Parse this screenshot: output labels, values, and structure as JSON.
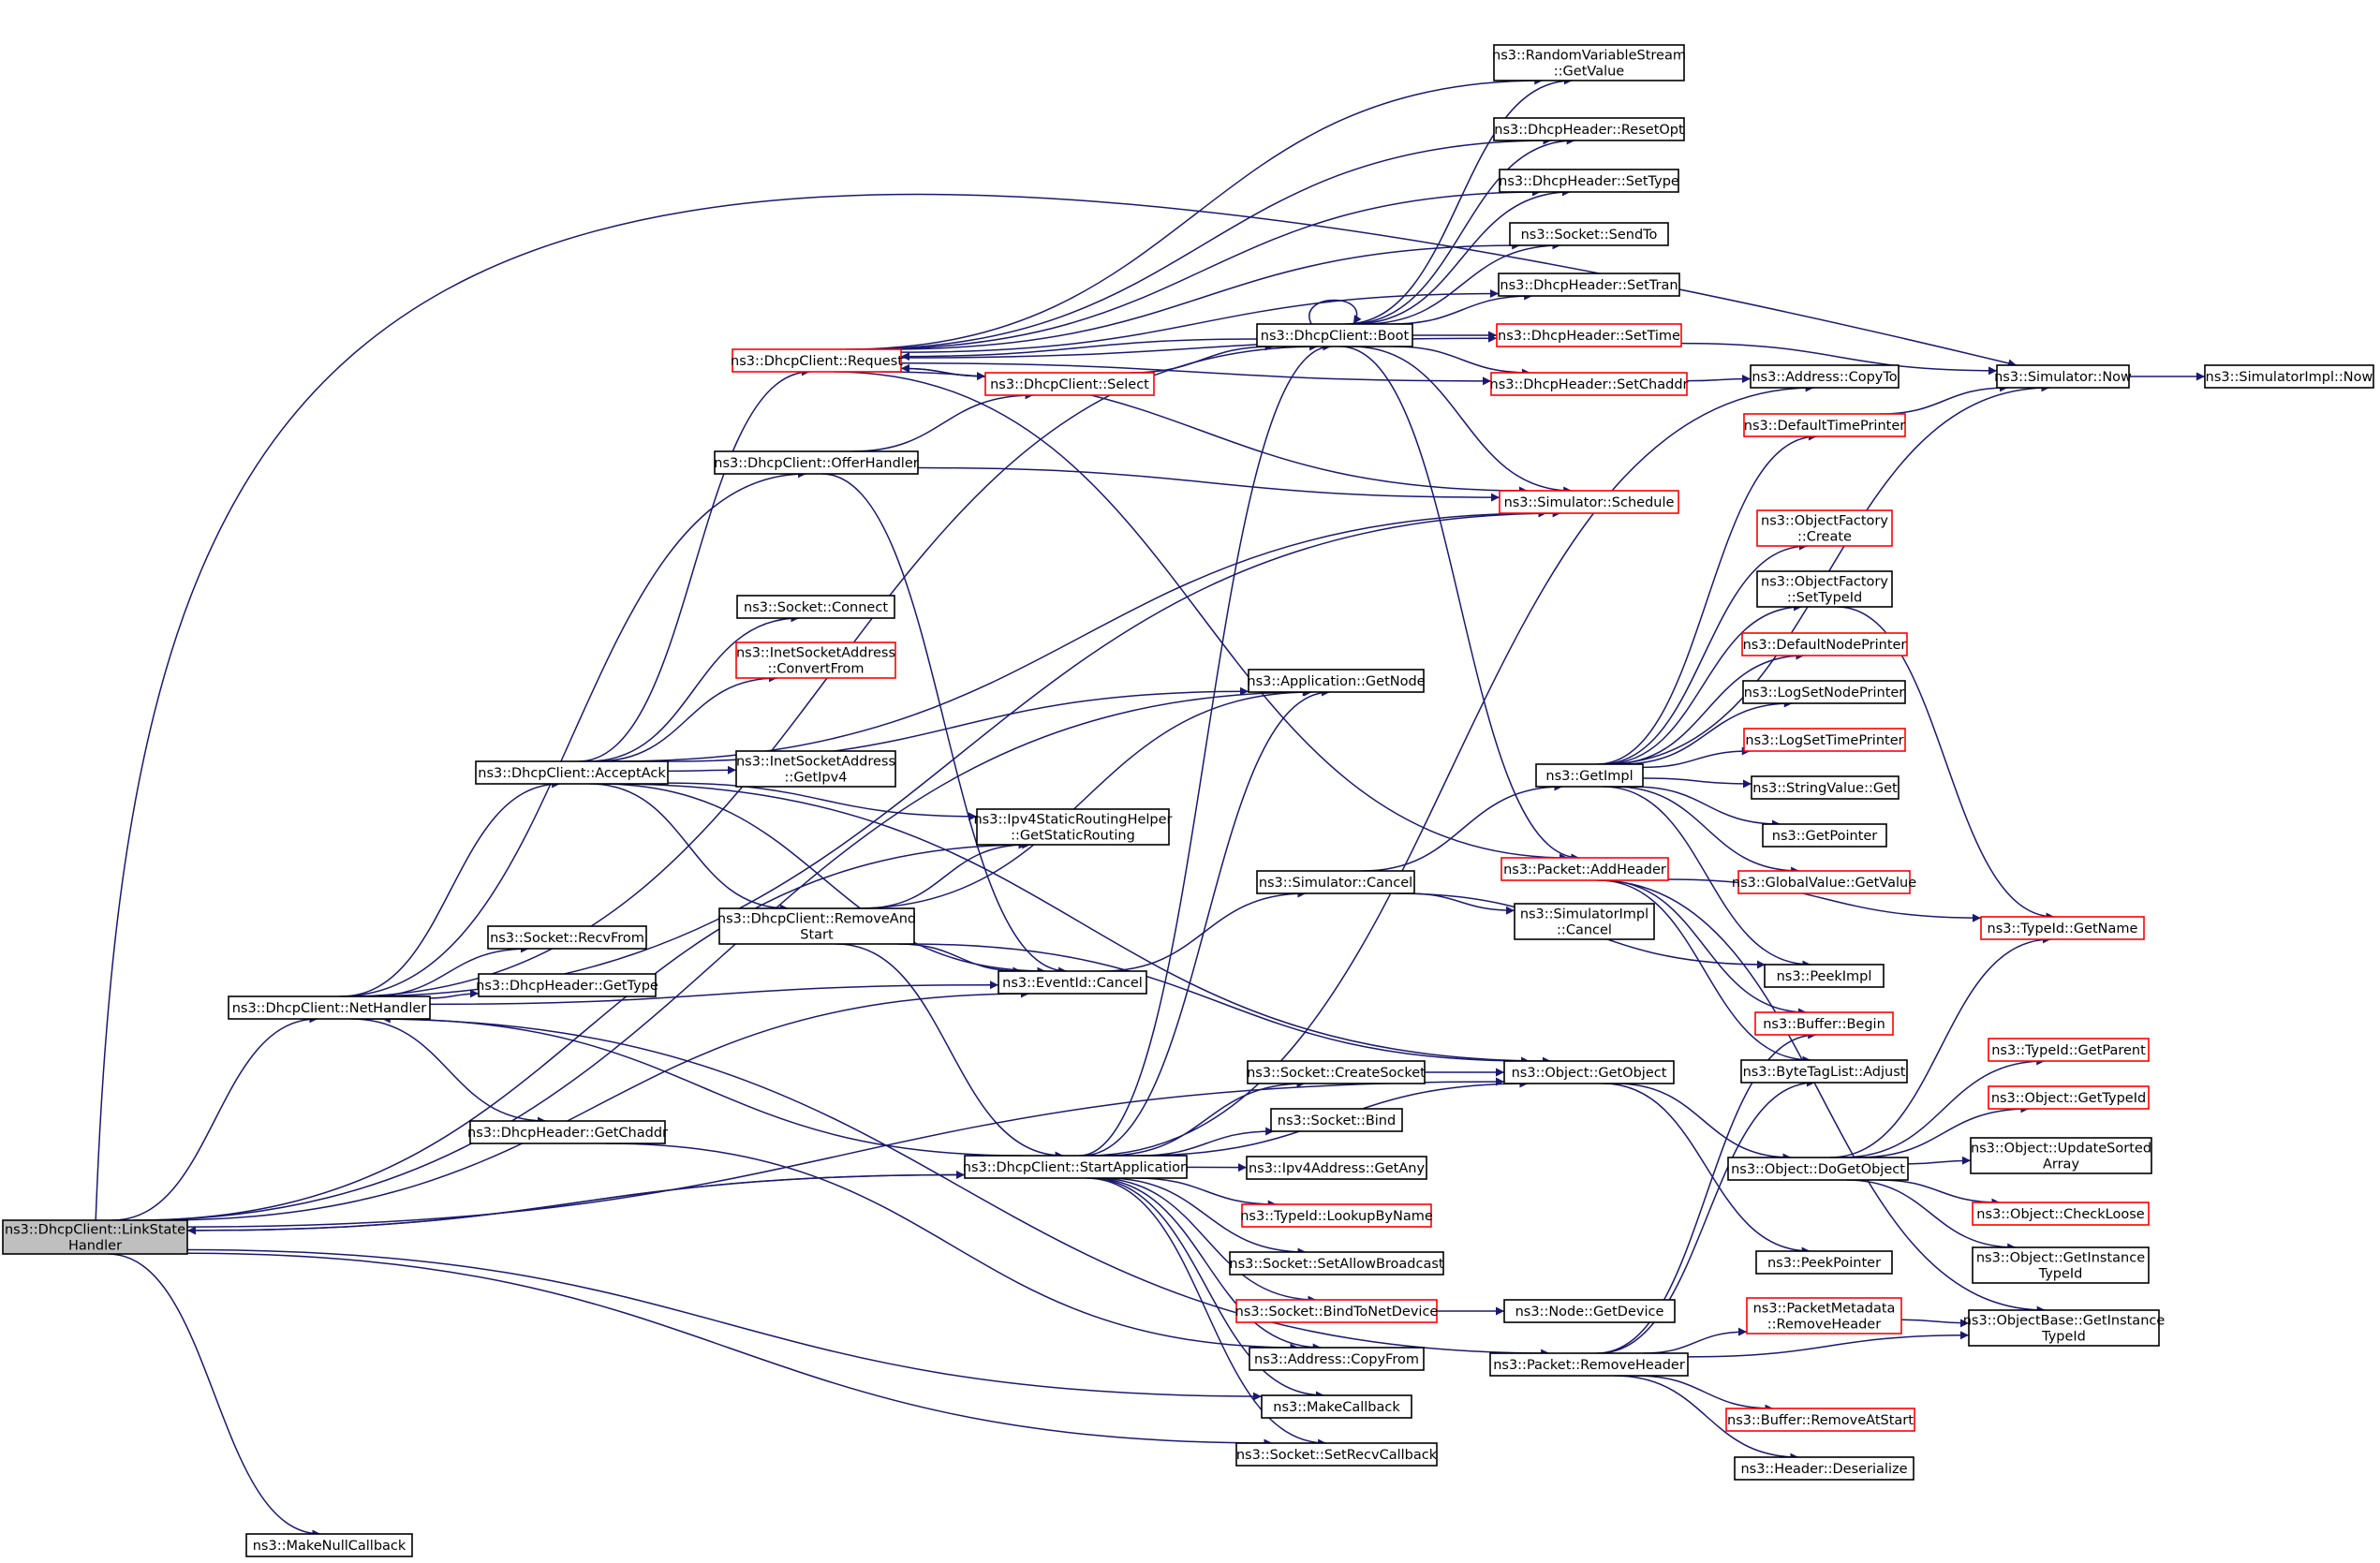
{
  "colors": {
    "edge": "#191970",
    "node_border": "#000000",
    "node_border_incomplete": "#ff0000",
    "current_fill": "#bfbfbf"
  },
  "nodes": [
    {
      "id": "linkstate",
      "lines": [
        "ns3::DhcpClient::LinkState",
        "Handler"
      ],
      "border": "black",
      "current": true
    },
    {
      "id": "makenullcb",
      "lines": [
        "ns3::MakeNullCallback"
      ],
      "border": "black"
    },
    {
      "id": "nethandler",
      "lines": [
        "ns3::DhcpClient::NetHandler"
      ],
      "border": "black"
    },
    {
      "id": "acceptack",
      "lines": [
        "ns3::DhcpClient::AcceptAck"
      ],
      "border": "black"
    },
    {
      "id": "offerhandler",
      "lines": [
        "ns3::DhcpClient::OfferHandler"
      ],
      "border": "black"
    },
    {
      "id": "request",
      "lines": [
        "ns3::DhcpClient::Request"
      ],
      "border": "red"
    },
    {
      "id": "select",
      "lines": [
        "ns3::DhcpClient::Select"
      ],
      "border": "red"
    },
    {
      "id": "boot",
      "lines": [
        "ns3::DhcpClient::Boot"
      ],
      "border": "black"
    },
    {
      "id": "rvsgetvalue",
      "lines": [
        "ns3::RandomVariableStream",
        "::GetValue"
      ],
      "border": "black"
    },
    {
      "id": "resetopt",
      "lines": [
        "ns3::DhcpHeader::ResetOpt"
      ],
      "border": "black"
    },
    {
      "id": "settype",
      "lines": [
        "ns3::DhcpHeader::SetType"
      ],
      "border": "black"
    },
    {
      "id": "sendto",
      "lines": [
        "ns3::Socket::SendTo"
      ],
      "border": "black"
    },
    {
      "id": "settran",
      "lines": [
        "ns3::DhcpHeader::SetTran"
      ],
      "border": "black"
    },
    {
      "id": "settime",
      "lines": [
        "ns3::DhcpHeader::SetTime"
      ],
      "border": "red"
    },
    {
      "id": "setchaddr",
      "lines": [
        "ns3::DhcpHeader::SetChaddr"
      ],
      "border": "red"
    },
    {
      "id": "schedule",
      "lines": [
        "ns3::Simulator::Schedule"
      ],
      "border": "red"
    },
    {
      "id": "simnow",
      "lines": [
        "ns3::Simulator::Now"
      ],
      "border": "black"
    },
    {
      "id": "simimplnow",
      "lines": [
        "ns3::SimulatorImpl::Now"
      ],
      "border": "black"
    },
    {
      "id": "addrcopyto",
      "lines": [
        "ns3::Address::CopyTo"
      ],
      "border": "black"
    },
    {
      "id": "defaulttimeprinter",
      "lines": [
        "ns3::DefaultTimePrinter"
      ],
      "border": "red"
    },
    {
      "id": "objfactorycreate",
      "lines": [
        "ns3::ObjectFactory",
        "::Create"
      ],
      "border": "red"
    },
    {
      "id": "objfactorysettypeid",
      "lines": [
        "ns3::ObjectFactory",
        "::SetTypeId"
      ],
      "border": "black"
    },
    {
      "id": "defaultnodeprinter",
      "lines": [
        "ns3::DefaultNodePrinter"
      ],
      "border": "red"
    },
    {
      "id": "logsetnodeprinter",
      "lines": [
        "ns3::LogSetNodePrinter"
      ],
      "border": "black"
    },
    {
      "id": "logsettimeprinter",
      "lines": [
        "ns3::LogSetTimePrinter"
      ],
      "border": "red"
    },
    {
      "id": "stringvalueget",
      "lines": [
        "ns3::StringValue::Get"
      ],
      "border": "black"
    },
    {
      "id": "getpointer",
      "lines": [
        "ns3::GetPointer"
      ],
      "border": "black"
    },
    {
      "id": "globalvaluegetvalue",
      "lines": [
        "ns3::GlobalValue::GetValue"
      ],
      "border": "red"
    },
    {
      "id": "getimpl",
      "lines": [
        "ns3::GetImpl"
      ],
      "border": "black"
    },
    {
      "id": "socketconnect",
      "lines": [
        "ns3::Socket::Connect"
      ],
      "border": "black"
    },
    {
      "id": "inetconvertfrom",
      "lines": [
        "ns3::InetSocketAddress",
        "::ConvertFrom"
      ],
      "border": "red"
    },
    {
      "id": "appgetnode",
      "lines": [
        "ns3::Application::GetNode"
      ],
      "border": "black"
    },
    {
      "id": "inetgetipv4",
      "lines": [
        "ns3::InetSocketAddress",
        "::GetIpv4"
      ],
      "border": "black"
    },
    {
      "id": "ipv4staticrouting",
      "lines": [
        "ns3::Ipv4StaticRoutingHelper",
        "::GetStaticRouting"
      ],
      "border": "black"
    },
    {
      "id": "removeandstart",
      "lines": [
        "ns3::DhcpClient::RemoveAnd",
        "Start"
      ],
      "border": "black"
    },
    {
      "id": "simcancel",
      "lines": [
        "ns3::Simulator::Cancel"
      ],
      "border": "black"
    },
    {
      "id": "packetaddheader",
      "lines": [
        "ns3::Packet::AddHeader"
      ],
      "border": "red"
    },
    {
      "id": "simimplcancel",
      "lines": [
        "ns3::SimulatorImpl",
        "::Cancel"
      ],
      "border": "black"
    },
    {
      "id": "typeidgetname",
      "lines": [
        "ns3::TypeId::GetName"
      ],
      "border": "red"
    },
    {
      "id": "socketrecvfrom",
      "lines": [
        "ns3::Socket::RecvFrom"
      ],
      "border": "black"
    },
    {
      "id": "dhcpgettype",
      "lines": [
        "ns3::DhcpHeader::GetType"
      ],
      "border": "black"
    },
    {
      "id": "eventidcancel",
      "lines": [
        "ns3::EventId::Cancel"
      ],
      "border": "black"
    },
    {
      "id": "peekimpl",
      "lines": [
        "ns3::PeekImpl"
      ],
      "border": "black"
    },
    {
      "id": "bufferbegin",
      "lines": [
        "ns3::Buffer::Begin"
      ],
      "border": "red"
    },
    {
      "id": "bytetaglistadjust",
      "lines": [
        "ns3::ByteTagList::Adjust"
      ],
      "border": "black"
    },
    {
      "id": "objgetobject",
      "lines": [
        "ns3::Object::GetObject"
      ],
      "border": "black"
    },
    {
      "id": "socketcreatesocket",
      "lines": [
        "ns3::Socket::CreateSocket"
      ],
      "border": "black"
    },
    {
      "id": "dhcpgetchaddr",
      "lines": [
        "ns3::DhcpHeader::GetChaddr"
      ],
      "border": "black"
    },
    {
      "id": "startapp",
      "lines": [
        "ns3::DhcpClient::StartApplication"
      ],
      "border": "black"
    },
    {
      "id": "socketbind",
      "lines": [
        "ns3::Socket::Bind"
      ],
      "border": "black"
    },
    {
      "id": "ipv4getany",
      "lines": [
        "ns3::Ipv4Address::GetAny"
      ],
      "border": "black"
    },
    {
      "id": "typeidlookup",
      "lines": [
        "ns3::TypeId::LookupByName"
      ],
      "border": "red"
    },
    {
      "id": "setallowbroadcast",
      "lines": [
        "ns3::Socket::SetAllowBroadcast"
      ],
      "border": "black"
    },
    {
      "id": "bindtonetdevice",
      "lines": [
        "ns3::Socket::BindToNetDevice"
      ],
      "border": "red"
    },
    {
      "id": "addrcopyfrom",
      "lines": [
        "ns3::Address::CopyFrom"
      ],
      "border": "black"
    },
    {
      "id": "makecallback",
      "lines": [
        "ns3::MakeCallback"
      ],
      "border": "black"
    },
    {
      "id": "setrecvcallback",
      "lines": [
        "ns3::Socket::SetRecvCallback"
      ],
      "border": "black"
    },
    {
      "id": "objdogetobject",
      "lines": [
        "ns3::Object::DoGetObject"
      ],
      "border": "black"
    },
    {
      "id": "peekpointer",
      "lines": [
        "ns3::PeekPointer"
      ],
      "border": "black"
    },
    {
      "id": "nodegetdevice",
      "lines": [
        "ns3::Node::GetDevice"
      ],
      "border": "black"
    },
    {
      "id": "packetremoveheader",
      "lines": [
        "ns3::Packet::RemoveHeader"
      ],
      "border": "black"
    },
    {
      "id": "pktmetaremoveheader",
      "lines": [
        "ns3::PacketMetadata",
        "::RemoveHeader"
      ],
      "border": "red"
    },
    {
      "id": "bufferremoveatstart",
      "lines": [
        "ns3::Buffer::RemoveAtStart"
      ],
      "border": "red"
    },
    {
      "id": "headerdeserialize",
      "lines": [
        "ns3::Header::Deserialize"
      ],
      "border": "black"
    },
    {
      "id": "typeidgetparent",
      "lines": [
        "ns3::TypeId::GetParent"
      ],
      "border": "red"
    },
    {
      "id": "objgettypeid",
      "lines": [
        "ns3::Object::GetTypeId"
      ],
      "border": "red"
    },
    {
      "id": "objupdatesorted",
      "lines": [
        "ns3::Object::UpdateSorted",
        "Array"
      ],
      "border": "black"
    },
    {
      "id": "objcheckloose",
      "lines": [
        "ns3::Object::CheckLoose"
      ],
      "border": "red"
    },
    {
      "id": "objgetinstance",
      "lines": [
        "ns3::Object::GetInstance",
        "TypeId"
      ],
      "border": "black"
    },
    {
      "id": "objbasegetinstance",
      "lines": [
        "ns3::ObjectBase::GetInstance",
        "TypeId"
      ],
      "border": "black"
    }
  ]
}
